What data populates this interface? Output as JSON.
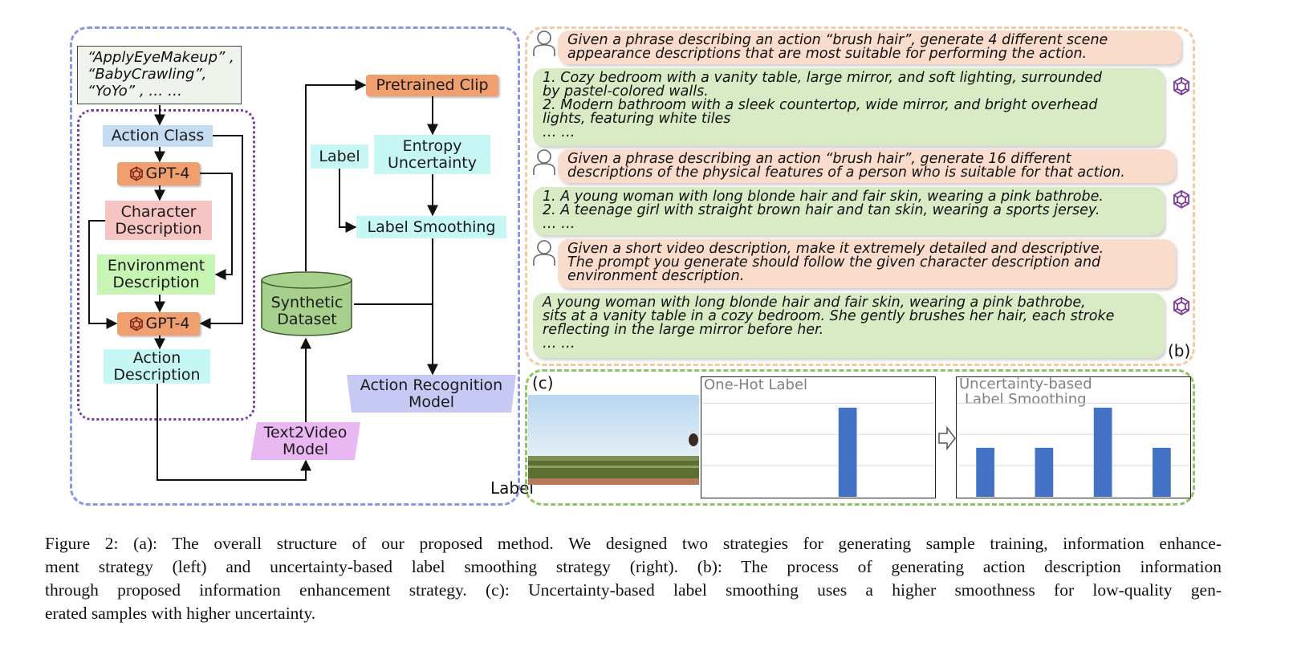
{
  "panel_a": {
    "label": "Label",
    "action_list": [
      "“ApplyEyeMakeup” ,",
      "“BabyCrawling”,",
      "“YoYo” ,   … …"
    ],
    "action_class": "Action Class",
    "gpt4_label": "GPT-4",
    "character_description": [
      "Character",
      "Description"
    ],
    "environment_description": [
      "Environment",
      "Description"
    ],
    "action_description": [
      "Action",
      "Description"
    ],
    "text2video": [
      "Text2Video",
      "Model"
    ],
    "synthetic_dataset": [
      "Synthetic",
      "Dataset"
    ],
    "pretrained_clip": "Pretrained Clip",
    "entropy_uncertainty": [
      "Entropy",
      "Uncertainty"
    ],
    "label_smoothing": "Label Smoothing",
    "action_recognition": [
      "Action Recognition",
      "Model"
    ]
  },
  "panel_b": {
    "label": "(b)",
    "messages": [
      {
        "role": "user",
        "lines": [
          "Given a phrase describing an action “brush hair”, generate 4 different scene",
          "appearance descriptions that are most suitable for performing the action."
        ]
      },
      {
        "role": "assistant",
        "lines": [
          "1. Cozy bedroom with a vanity table, large mirror, and soft lighting, surrounded",
          "by pastel-colored walls.",
          "2. Modern bathroom with a sleek countertop, wide mirror, and bright overhead",
          "lights, featuring white tiles",
          "… …"
        ]
      },
      {
        "role": "user",
        "lines": [
          "Given a phrase describing an action “brush hair”, generate 16 different",
          "descriptions of the physical features of a person who is suitable for that action."
        ]
      },
      {
        "role": "assistant",
        "lines": [
          "1. A young woman with long blonde hair and fair skin, wearing a pink bathrobe.",
          "2. A teenage girl with straight brown hair and tan skin, wearing a sports jersey.",
          "… …"
        ]
      },
      {
        "role": "user",
        "lines": [
          "Given a short video description, make it extremely detailed and descriptive.",
          "The prompt you generate should follow the given character description and",
          "environment description."
        ]
      },
      {
        "role": "assistant",
        "lines": [
          "A young woman with long blonde hair and fair skin, wearing a pink bathrobe,",
          "sits at a vanity table in a cozy bedroom. She gently brushes her hair, each stroke",
          "reflecting in the large mirror before her.",
          "… …"
        ]
      }
    ]
  },
  "panel_c": {
    "label": "(c)",
    "chart_data": [
      {
        "type": "bar",
        "title": "One-Hot Label",
        "values": [
          0,
          0,
          1,
          0
        ],
        "ylim": [
          0,
          1.35
        ]
      },
      {
        "type": "bar",
        "title": "Uncertainty-based Label Smoothing",
        "title_lines": [
          "Uncertainty-based",
          "Label Smoothing"
        ],
        "values": [
          0.55,
          0.55,
          1.0,
          0.55
        ],
        "ylim": [
          0,
          1.35
        ]
      }
    ]
  },
  "caption": [
    "Figure 2: (a): The overall structure of our proposed method. We designed two strategies for generating sample training, information enhance-",
    "ment strategy (left) and uncertainty-based label smoothing strategy (right). (b): The process of generating action description information",
    "through proposed information enhancement strategy. (c): Uncertainty-based label smoothing uses a higher smoothness for low-quality gen-",
    "erated samples with higher uncertainty."
  ],
  "colors": {
    "panel_a_border": "#8e95e6",
    "inner_border": "#7a3e9c",
    "panel_b_border": "#f4c9a6",
    "panel_c_border": "#8cc563",
    "bar": "#4472c4",
    "orange": "#f0a06e",
    "user_bubble": "#f9dccc",
    "assistant_bubble": "#d9ebc4"
  },
  "icons": [
    "user-icon",
    "openai-icon",
    "arrow-icon"
  ]
}
